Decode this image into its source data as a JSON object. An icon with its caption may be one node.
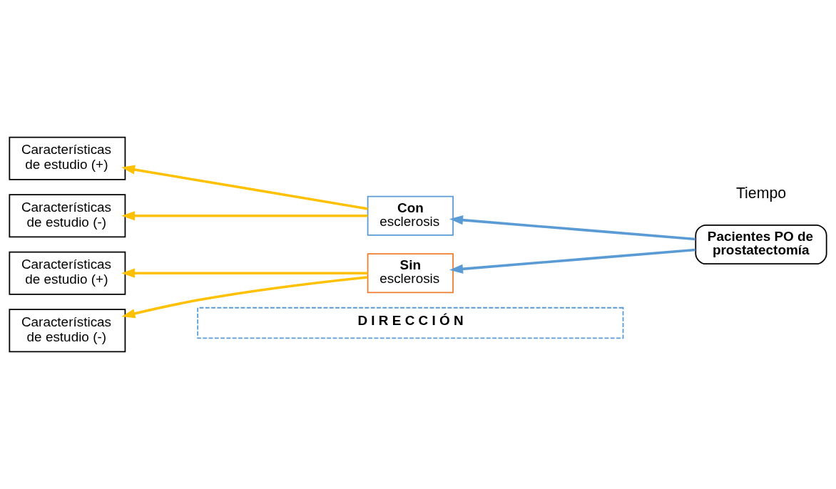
{
  "diagram": {
    "nodes": [
      {
        "text": [
          "D I R E C C I Ó N"
        ]
      },
      {
        "text": [
          "Características de estudio (+)"
        ]
      },
      {
        "text": [
          "Características de estudio (-)"
        ]
      },
      {
        "text": [
          "Con",
          "esclerosis"
        ]
      },
      {
        "text": [
          "Pacientes PO de prostatectomía"
        ]
      },
      {
        "text": [
          "Características de estudio (+)"
        ]
      },
      {
        "text": [
          "Características de estudio (-)"
        ]
      },
      {
        "text": [
          "Sin",
          "esclerosis"
        ]
      }
    ],
    "edges": [
      {
        "from": 4,
        "to": 3,
        "arrow": "to",
        "color": "#5b9bd5"
      },
      {
        "from": 4,
        "to": 7,
        "arrow": "to",
        "color": "#5b9bd5"
      },
      {
        "from": 3,
        "to": 1,
        "arrow": "to"
      },
      {
        "from": 3,
        "to": 2,
        "arrow": "to"
      },
      {
        "from": 7,
        "to": 5,
        "arrow": "to"
      },
      {
        "from": 7,
        "to": 6,
        "arrow": "to"
      }
    ],
    "labels": [
      "Tiempo"
    ]
  }
}
